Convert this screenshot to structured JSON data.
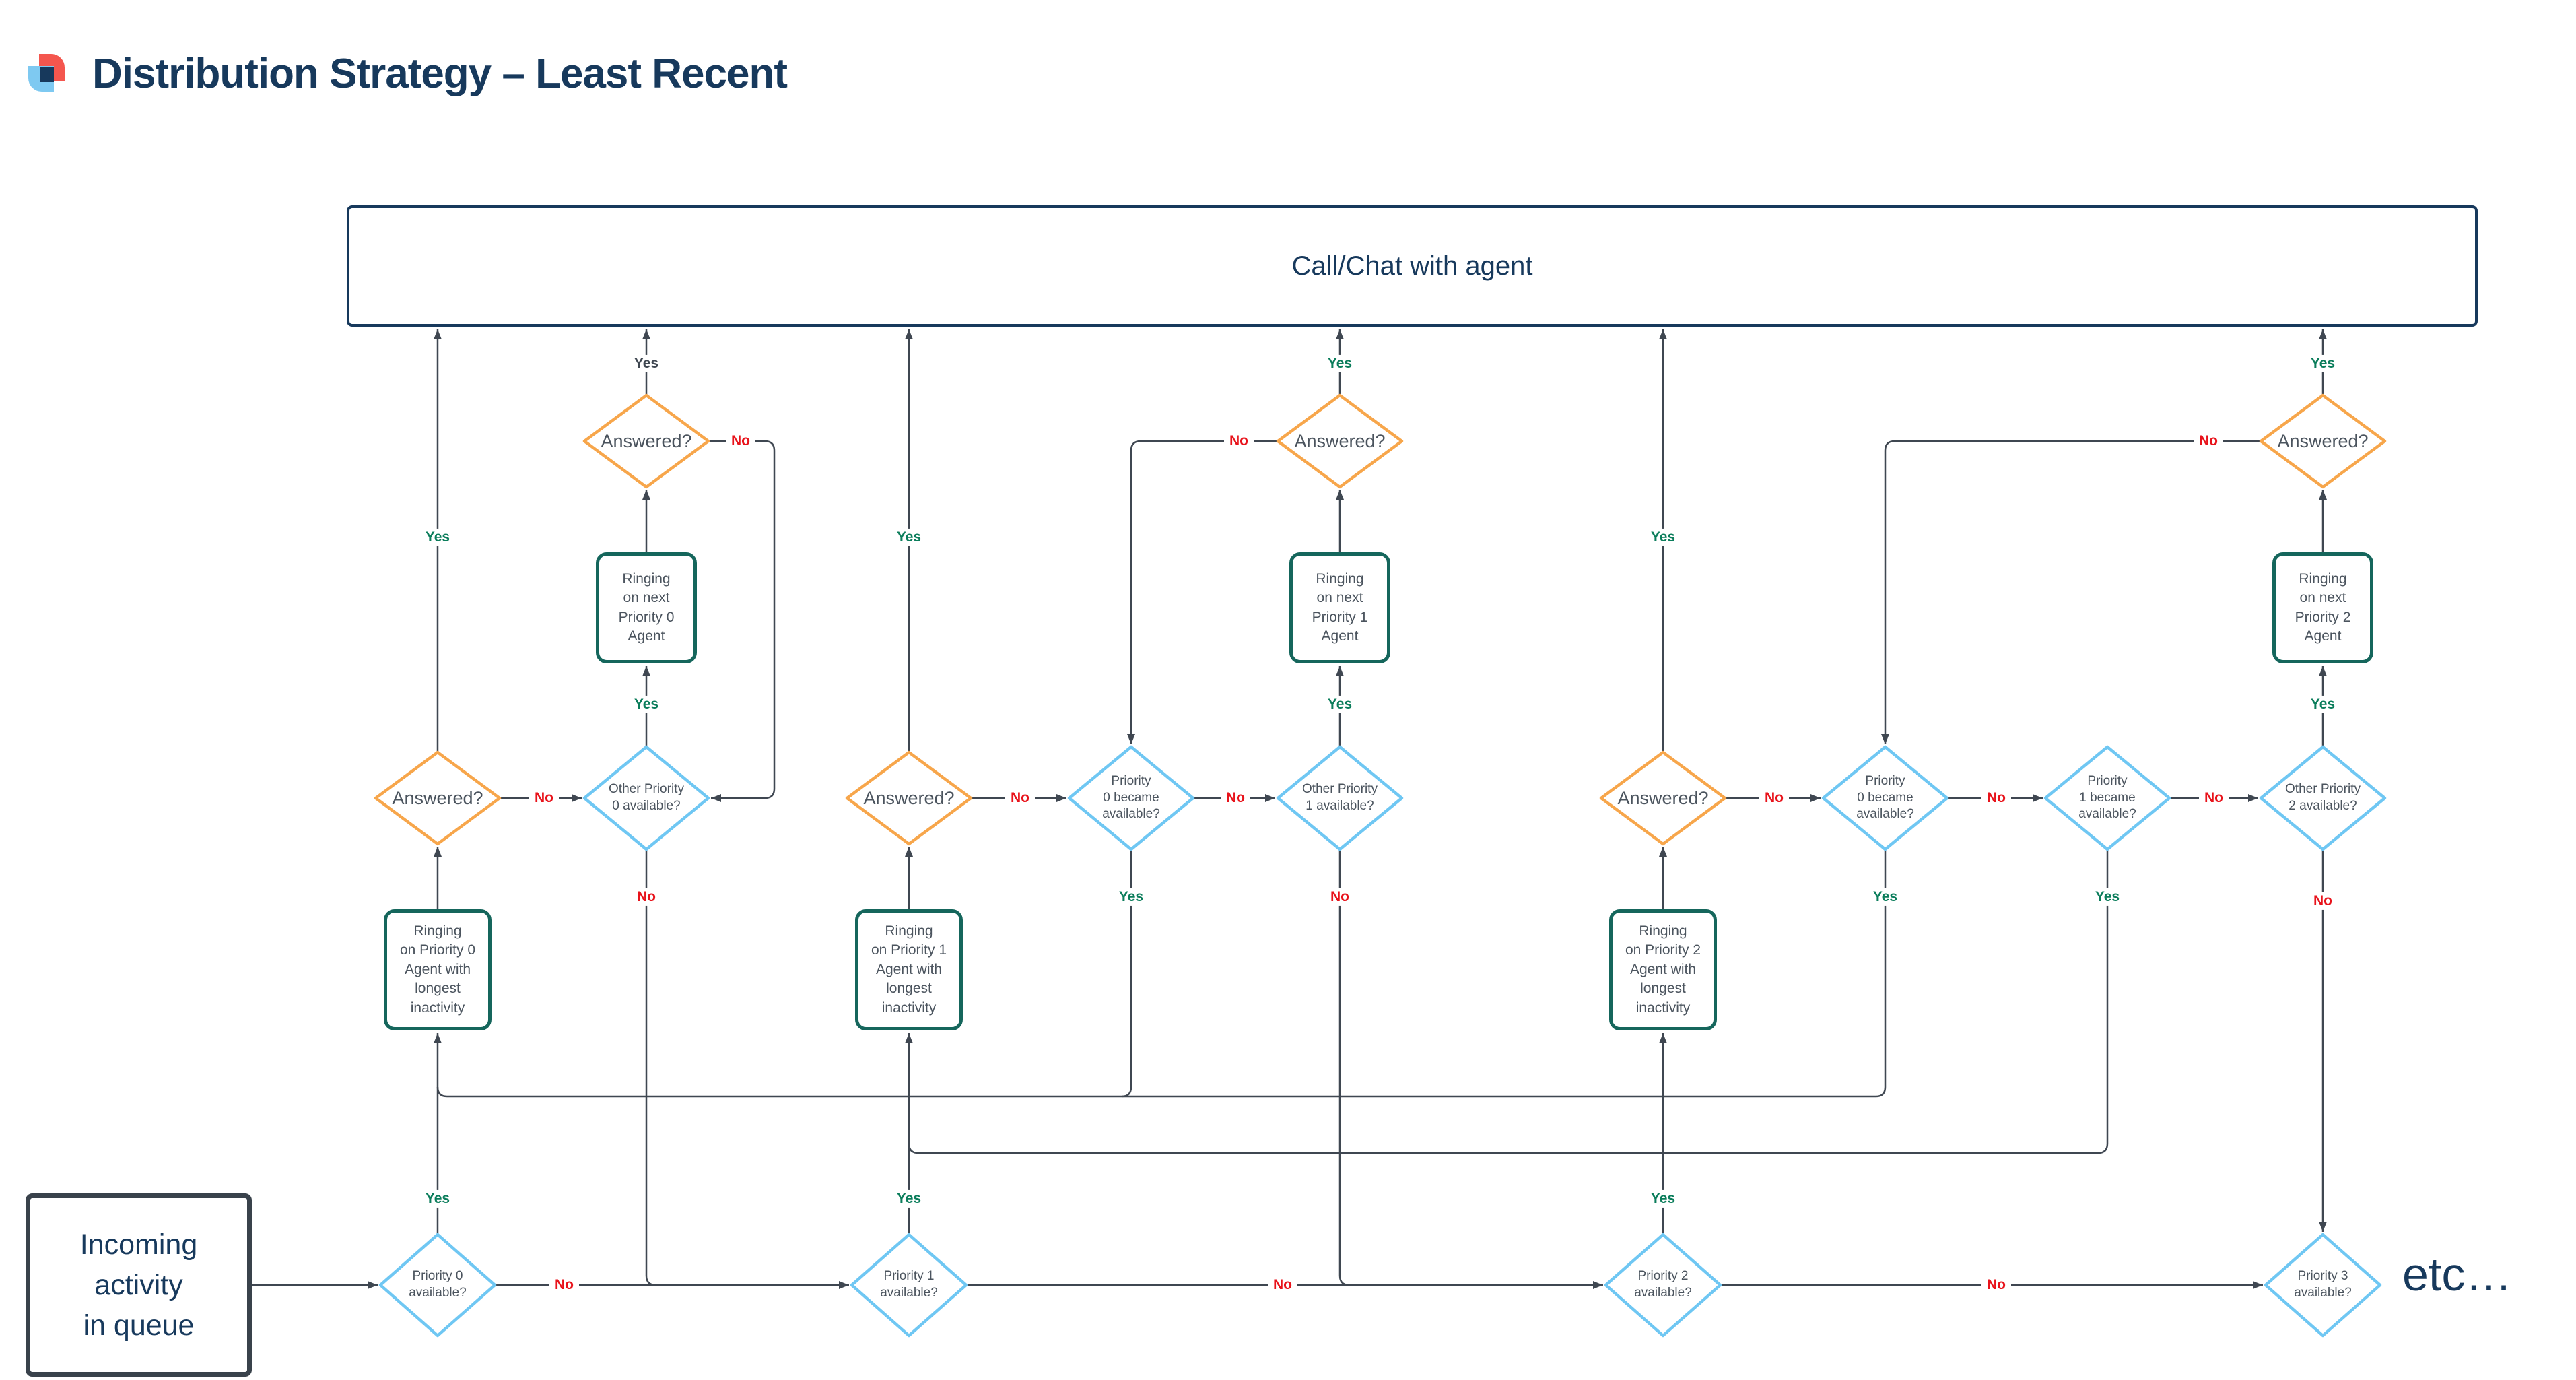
{
  "title": "Distribution Strategy – Least Recent",
  "labels": {
    "yes": "Yes",
    "no": "No"
  },
  "colors": {
    "navy": "#17395C",
    "line": "#3F4751",
    "orange": "#F7A64B",
    "blue": "#6FC7F3",
    "teal": "#15665C",
    "yes_green": "#0B7D5B",
    "no_red": "#E8131B",
    "logo_red": "#F4564E",
    "logo_blue": "#7EC9F1"
  },
  "top_box": {
    "label": "Call/Chat with agent"
  },
  "start_box": {
    "label": "Incoming\nactivity\nin queue"
  },
  "etc_label": "etc…",
  "answered_label": "Answered?",
  "ring_next": {
    "p0": "Ringing\non next\nPriority 0\nAgent",
    "p1": "Ringing\non next\nPriority 1\nAgent",
    "p2": "Ringing\non next\nPriority 2\nAgent"
  },
  "ring_longest": {
    "p0": "Ringing\non Priority 0\nAgent with\nlongest\ninactivity",
    "p1": "Ringing\non Priority 1\nAgent with\nlongest\ninactivity",
    "p2": "Ringing\non Priority 2\nAgent with\nlongest\ninactivity"
  },
  "other_available": {
    "p0": "Other Priority\n0 available?",
    "p1": "Other Priority\n1 available?",
    "p2": "Other Priority\n2 available?"
  },
  "became_available": {
    "p0_g2": "Priority\n0 became\navailable?",
    "p0_g3": "Priority\n0 became\navailable?",
    "p1_g3": "Priority\n1 became\navailable?"
  },
  "priority_available": {
    "p0": "Priority 0\navailable?",
    "p1": "Priority 1\navailable?",
    "p2": "Priority 2\navailable?",
    "p3": "Priority 3\navailable?"
  }
}
